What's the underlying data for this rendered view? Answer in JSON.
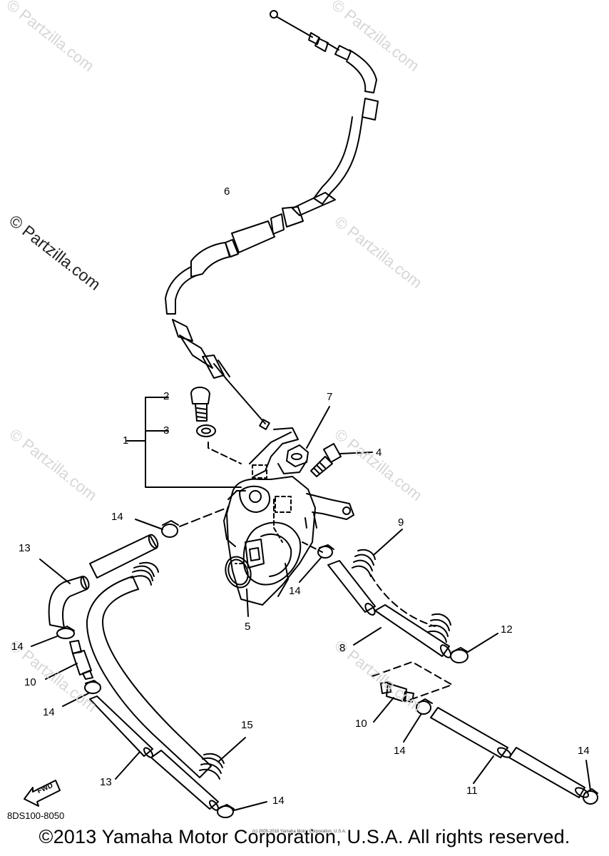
{
  "watermark": "© Partzilla.com",
  "callouts": {
    "c1": "1",
    "c2": "2",
    "c3": "3",
    "c4": "4",
    "c5": "5",
    "c6": "6",
    "c7": "7",
    "c8": "8",
    "c9": "9",
    "c10a": "10",
    "c10b": "10",
    "c11": "11",
    "c12": "12",
    "c13a": "13",
    "c13b": "13",
    "c14a": "14",
    "c14b": "14",
    "c14c": "14",
    "c14d": "14",
    "c14e": "14",
    "c14f": "14",
    "c14g": "14",
    "c15": "15"
  },
  "fwd_label": "FWD",
  "diagram_code": "8DS100-8050",
  "tiny_copyright": "(c) 2005-2016 Yamaha Motor Corporation, U.S.A.",
  "copyright": "©2013 Yamaha Motor Corporation, U.S.A. All rights reserved.",
  "colors": {
    "line": "#000000",
    "watermark": "#d6d6d6",
    "background": "#ffffff"
  }
}
